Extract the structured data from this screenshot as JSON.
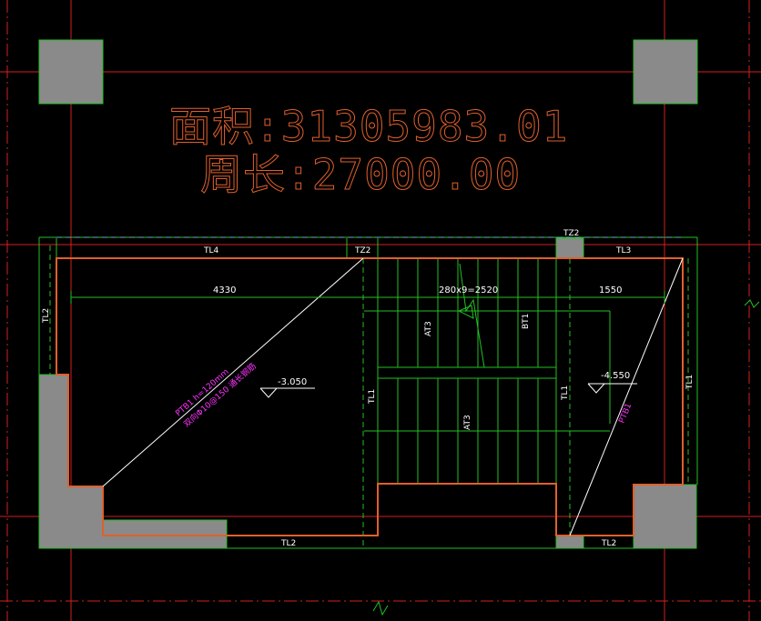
{
  "summary": {
    "area_label": "面积:31305983.01",
    "perimeter_label": "周长:27000.00"
  },
  "dimensions": {
    "left": "4330",
    "middle": "280x9=2520",
    "right": "1550"
  },
  "members": {
    "tl4": "TL4",
    "tz2_a": "TZ2",
    "tz2_b": "TZ2",
    "tl3": "TL3",
    "tl2_left": "TL2",
    "tl2_mid": "TL2",
    "tl2_right": "TL2",
    "tl1_a": "TL1",
    "tl1_b": "TL1",
    "tl1_c": "TL1",
    "at3_a": "AT3",
    "at3_b": "AT3",
    "bt1": "BT1"
  },
  "elevations": {
    "left": "-3.050",
    "right": "-4.550"
  },
  "slab_notes": {
    "left_line1": "PTB1 h=120mm",
    "left_line2": "双向Φ10@150 通长钢筋",
    "right": "PTB1"
  },
  "colors": {
    "background": "#000000",
    "axis": "#d42020",
    "outline": "#e0602c",
    "green": "#22c022",
    "white": "#ffffff",
    "magenta": "#ff33ff",
    "column_fill": "#8a8a8a"
  }
}
